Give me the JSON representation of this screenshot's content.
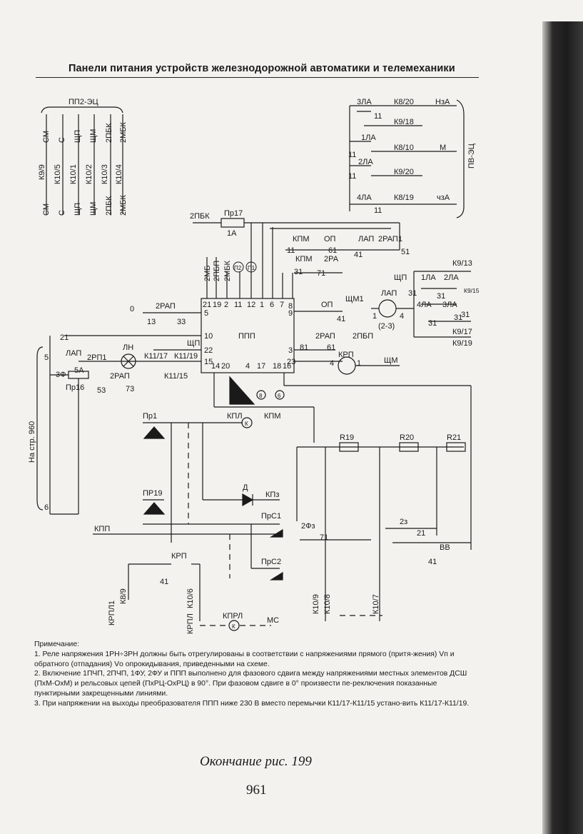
{
  "page": {
    "header": "Панели питания устройств железнодорожной автоматики и телемеханики",
    "caption": "Окончание рис. 199",
    "page_number": "961"
  },
  "diagram": {
    "top_left": {
      "group": "ПП2-ЭЦ",
      "row1": [
        "СМ",
        "С",
        "ЩП",
        "ЩМ",
        "2ПБК",
        "2МБК"
      ],
      "row2": [
        "К9/9",
        "К10/5",
        "К10/1",
        "К10/2",
        "К10/3",
        "К10/4"
      ],
      "row3": [
        "СМ",
        "С",
        "ЩП",
        "ЩМ",
        "2ПБК",
        "2МБК"
      ]
    },
    "top_right": {
      "group": "ПВ-ЭЦ",
      "relays": [
        "3ЛА",
        "1ЛА",
        "2ЛА",
        "4ЛА"
      ],
      "contact": "11",
      "terminals": [
        "К8/20",
        "К9/18",
        "К8/10",
        "К9/20",
        "К8/19"
      ],
      "signals": [
        "НзА",
        "М",
        "чзА"
      ]
    },
    "ppp": {
      "label": "ППП",
      "pins_top": [
        "21",
        "19",
        "2",
        "11",
        "12",
        "1",
        "6",
        "7",
        "8"
      ],
      "pin9": "9",
      "pins_left": [
        "5",
        "10",
        "22",
        "15"
      ],
      "pins_right": [
        "3",
        "23"
      ],
      "pins_bottom": [
        "14",
        "20",
        "4",
        "17",
        "18",
        "16"
      ]
    },
    "labels": {
      "t2pbk": "2ПБК",
      "pr17": "Пр17",
      "a1": "1А",
      "mb2": "2МБ",
      "pbp2": "2ПБП",
      "mbk2": "2МБК",
      "p2": "П2",
      "p1": "П1",
      "kpm": "КПМ",
      "op": "ОП",
      "lap": "ЛАП",
      "rap21": "2РАП1",
      "n11": "11",
      "n61": "61",
      "n41": "41",
      "n51": "51",
      "kpm2": "КПМ",
      "ra2": "2РА",
      "n31": "31",
      "n71": "71",
      "op2": "ОП",
      "n41b": "41",
      "zero": "0",
      "rap2": "2РАП",
      "n13": "13",
      "n33": "33",
      "k9_13": "К9/13",
      "shp": "ЩП",
      "la1": "1ЛА",
      "la2": "2ЛА",
      "k9_15": "К9/15",
      "n31a": "31",
      "n31b": "31",
      "lap2": "ЛАП",
      "shm1": "ЩМ1",
      "n1": "1",
      "n4": "4",
      "n23": "(2-3)",
      "la4": "4ЛА",
      "la3": "3ЛА",
      "n31c": "31",
      "n31d": "31",
      "n31e": "31",
      "k9_17": "К9/17",
      "k9_19": "К9/19",
      "n21": "21",
      "lap3": "ЛАП",
      "shp2": "ЩП",
      "rap2b": "2РАП",
      "pbp2b": "2ПБП",
      "n81": "81",
      "n61b": "61",
      "five": "5",
      "rp21": "2РП1",
      "ln": "ЛН",
      "k11_17": "К11/17",
      "k11_19": "К11/19",
      "k11_15": "К11/15",
      "krp": "КРП",
      "n4b": "4",
      "n1b": "1",
      "shm": "ЩМ",
      "f3": "3Ф",
      "a5": "5А",
      "pr16": "Пр16",
      "rap2c": "2РАП",
      "n53": "53",
      "n73": "73",
      "b8": "8",
      "b6": "6",
      "na_str": "На стр. 960",
      "six": "6",
      "pr1": "Пр1",
      "kpl": "КПЛ",
      "kpm3": "КПМ",
      "r19": "R19",
      "r20": "R20",
      "r21": "R21",
      "pr19": "ПР19",
      "d": "Д",
      "kpz": "КПз",
      "kpp": "КПП",
      "prs1": "ПрС1",
      "f3b": "2Фз",
      "n71b": "71",
      "z2": "2з",
      "n21b": "21",
      "bb": "ВВ",
      "n41c": "41",
      "prs2": "ПрС2",
      "krp2": "КРП",
      "n41d": "41",
      "k10_6": "К10/6",
      "krpl1": "КРПЛ1",
      "k8_9": "К8/9",
      "krpl": "КРПЛ",
      "kprl": "КПРЛ",
      "ms": "МС",
      "k10_9": "К10/9",
      "k10_8": "К10/8",
      "k10_7": "К10/7",
      "k_glyph": "К"
    }
  },
  "notes": {
    "title": "Примечание:",
    "items": [
      "1. Реле напряжения 1РН÷3РН должны быть отрегулированы в соответствии с напряжениями прямого (притя-жения) Vп и обратного (отпадания) Vо опрокидывания, приведенными на схеме.",
      "2. Включение 1ПЧП, 2ПЧП, 1ФУ, 2ФУ и ППП выполнено для фазового сдвига между напряжениями местных элементов ДСШ (ПхМ-ОхМ) и рельсовых цепей (ПхРЦ-ОхРЦ) в 90°. При фазовом сдвиге в 0° произвести пе-реключения показанные пунктирными закрещенными линиями.",
      "3. При напряжении на выходы преобразователя ППП ниже 230 В вместо перемычки К11/17-К11/15 устано-вить К11/17-К11/19."
    ]
  }
}
